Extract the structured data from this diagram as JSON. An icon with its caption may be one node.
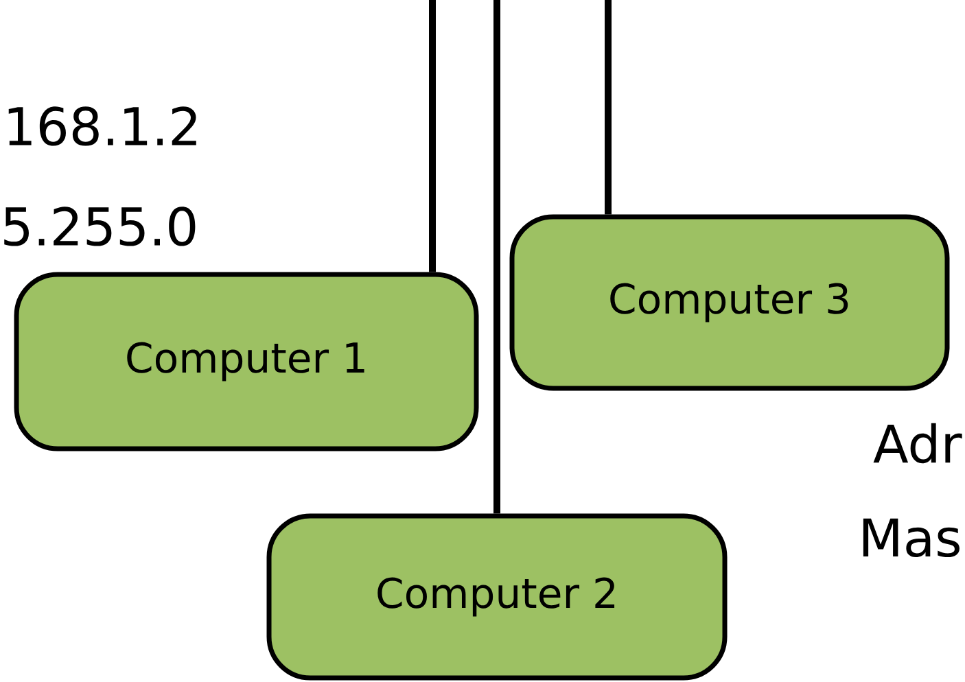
{
  "diagram": {
    "nodes": [
      {
        "text": [
          "Computer 1"
        ]
      },
      {
        "text": [
          "Computer 2"
        ]
      },
      {
        "text": [
          "Computer 3"
        ]
      }
    ],
    "edges": [
      {
        "from": null,
        "to": 0,
        "arrow": "none"
      },
      {
        "from": null,
        "to": 1,
        "arrow": "none"
      },
      {
        "from": null,
        "to": 2,
        "arrow": "none"
      }
    ],
    "labels": [
      "168.1.2",
      "5.255.0",
      "Adr",
      "Mas"
    ]
  }
}
